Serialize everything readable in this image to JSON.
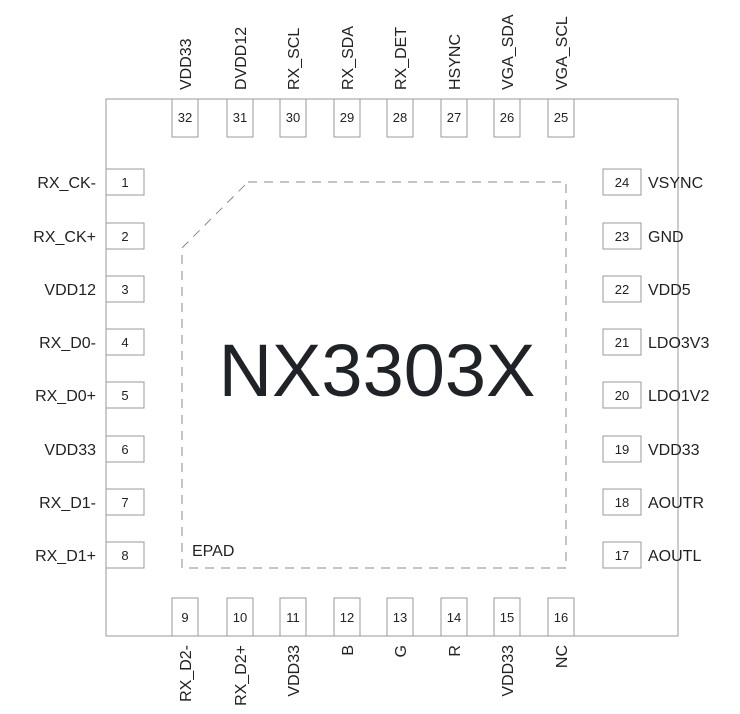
{
  "chip": {
    "name": "NX3303X",
    "epad_label": "EPAD"
  },
  "pins": {
    "left": [
      {
        "num": "1",
        "label": "RX_CK-"
      },
      {
        "num": "2",
        "label": "RX_CK+"
      },
      {
        "num": "3",
        "label": "VDD12"
      },
      {
        "num": "4",
        "label": "RX_D0-"
      },
      {
        "num": "5",
        "label": "RX_D0+"
      },
      {
        "num": "6",
        "label": "VDD33"
      },
      {
        "num": "7",
        "label": "RX_D1-"
      },
      {
        "num": "8",
        "label": "RX_D1+"
      }
    ],
    "bottom": [
      {
        "num": "9",
        "label": "RX_D2-"
      },
      {
        "num": "10",
        "label": "RX_D2+"
      },
      {
        "num": "11",
        "label": "VDD33"
      },
      {
        "num": "12",
        "label": "B"
      },
      {
        "num": "13",
        "label": "G"
      },
      {
        "num": "14",
        "label": "R"
      },
      {
        "num": "15",
        "label": "VDD33"
      },
      {
        "num": "16",
        "label": "NC"
      }
    ],
    "right": [
      {
        "num": "17",
        "label": "AOUTL"
      },
      {
        "num": "18",
        "label": "AOUTR"
      },
      {
        "num": "19",
        "label": "VDD33"
      },
      {
        "num": "20",
        "label": "LDO1V2"
      },
      {
        "num": "21",
        "label": "LDO3V3"
      },
      {
        "num": "22",
        "label": "VDD5"
      },
      {
        "num": "23",
        "label": "GND"
      },
      {
        "num": "24",
        "label": "VSYNC"
      }
    ],
    "top": [
      {
        "num": "25",
        "label": "VGA_SCL"
      },
      {
        "num": "26",
        "label": "VGA_SDA"
      },
      {
        "num": "27",
        "label": "HSYNC"
      },
      {
        "num": "28",
        "label": "RX_DET"
      },
      {
        "num": "29",
        "label": "RX_SDA"
      },
      {
        "num": "30",
        "label": "RX_SCL"
      },
      {
        "num": "31",
        "label": "DVDD12"
      },
      {
        "num": "32",
        "label": "VDD33"
      }
    ]
  }
}
